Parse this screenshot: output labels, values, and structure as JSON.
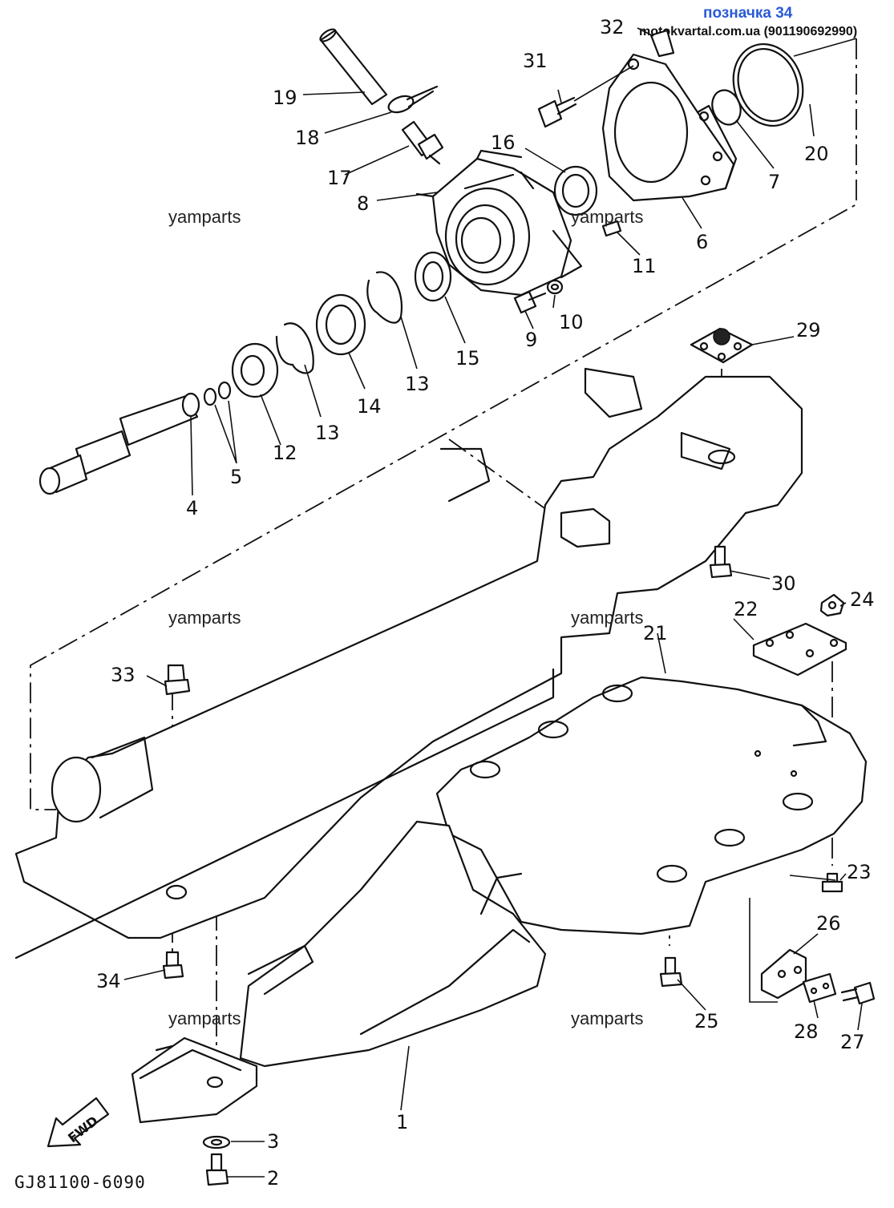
{
  "header": {
    "title": "позначка 34",
    "source": "motokvartal.com.ua (901190692990)"
  },
  "diagram_code": "GJ81100-6090",
  "fwd_label": "FWD",
  "watermarks": [
    "yamparts",
    "yamparts",
    "yamparts",
    "yamparts",
    "yamparts",
    "yamparts"
  ],
  "callouts": {
    "c1": "1",
    "c2": "2",
    "c3": "3",
    "c4": "4",
    "c5": "5",
    "c6": "6",
    "c7": "7",
    "c8": "8",
    "c9": "9",
    "c10": "10",
    "c11": "11",
    "c12": "12",
    "c13a": "13",
    "c13b": "13",
    "c14": "14",
    "c15": "15",
    "c16": "16",
    "c17": "17",
    "c18": "18",
    "c19": "19",
    "c20": "20",
    "c21": "21",
    "c22": "22",
    "c23": "23",
    "c24": "24",
    "c25": "25",
    "c26": "26",
    "c27": "27",
    "c28": "28",
    "c29": "29",
    "c30": "30",
    "c31": "31",
    "c32": "32",
    "c33": "33",
    "c34": "34"
  }
}
